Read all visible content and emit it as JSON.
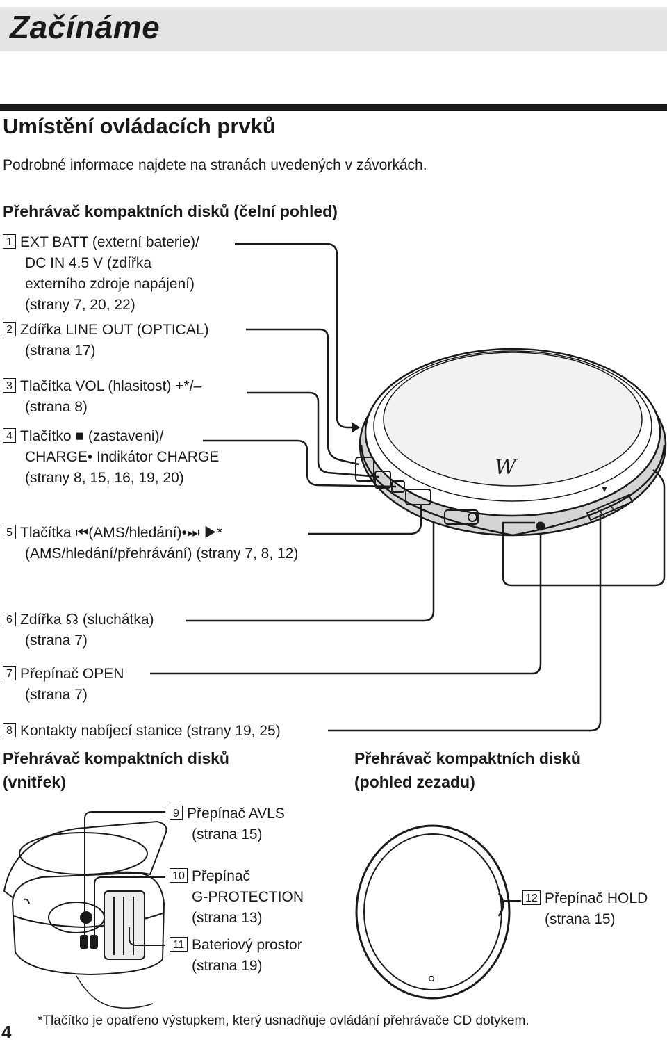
{
  "header": {
    "title": "Začínáme"
  },
  "section": {
    "title": "Umístění ovládacích prvků",
    "intro": "Podrobné informace najdete na stranách uvedených v závorkách."
  },
  "front": {
    "title": "Přehrávač kompaktních disků (čelní pohled)",
    "items": [
      {
        "num": "1",
        "lines": [
          "EXT BATT (externí baterie)/",
          "DC IN 4.5 V (zdířka",
          "externího zdroje napájení)",
          "(strany 7, 20, 22)"
        ]
      },
      {
        "num": "2",
        "lines": [
          "Zdířka LINE OUT (OPTICAL)",
          "(strana 17)"
        ]
      },
      {
        "num": "3",
        "lines": [
          "Tlačítka VOL (hlasitost) +*/–",
          "(strana 8)"
        ]
      },
      {
        "num": "4",
        "lines": [
          "Tlačítko ■ (zastaveni)/",
          "CHARGE• Indikátor CHARGE",
          "(strany 8, 15, 16, 19, 20)"
        ]
      },
      {
        "num": "5",
        "lines": [
          "Tlačítka ⏮(AMS/hledání)•⏭ ▶*",
          "(AMS/hledání/přehrávání) (strany 7, 8, 12)"
        ]
      },
      {
        "num": "6",
        "lines": [
          "Zdířka ☊ (sluchátka)",
          "(strana 7)"
        ]
      },
      {
        "num": "7",
        "lines": [
          "Přepínač OPEN",
          "(strana 7)"
        ]
      },
      {
        "num": "8",
        "lines": [
          "Kontakty nabíjecí stanice (strany 19, 25)"
        ]
      }
    ]
  },
  "inside": {
    "title_lines": [
      "Přehrávač kompaktních disků",
      "(vnitřek)"
    ],
    "items": [
      {
        "num": "9",
        "lines": [
          "Přepínač AVLS",
          "(strana 15)"
        ]
      },
      {
        "num": "10",
        "lines": [
          "Přepínač",
          "G-PROTECTION",
          "(strana 13)"
        ]
      },
      {
        "num": "11",
        "lines": [
          "Bateriový prostor",
          "(strana 19)"
        ]
      }
    ]
  },
  "back": {
    "title_lines": [
      "Přehrávač kompaktních disků",
      "(pohled zezadu)"
    ],
    "items": [
      {
        "num": "12",
        "lines": [
          "Přepínač HOLD",
          "(strana 15)"
        ]
      }
    ]
  },
  "footnote": "*Tlačítko je opatřeno výstupkem, který usnadňuje ovládání přehrávače CD dotykem.",
  "page_number": "4",
  "illustration": {
    "brand_mark": "W"
  }
}
